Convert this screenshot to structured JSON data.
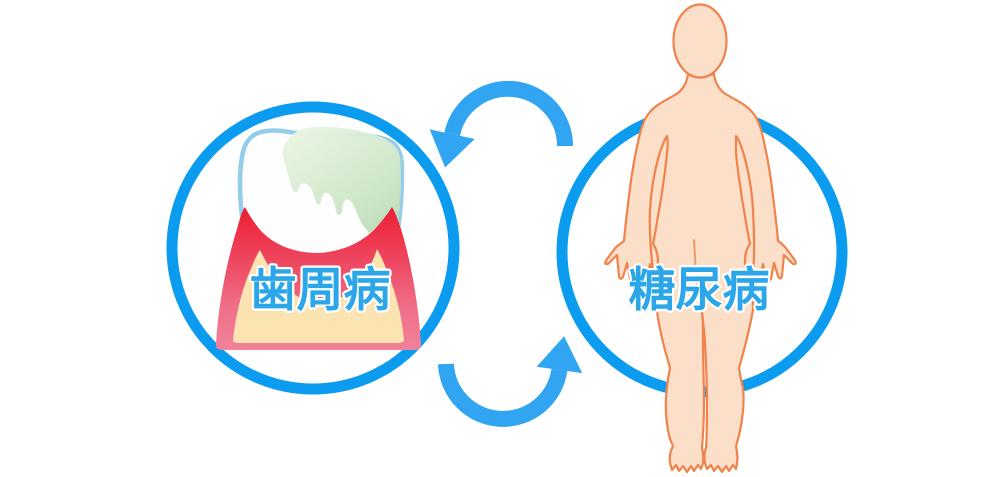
{
  "diagram": {
    "left_node": {
      "label": "歯周病",
      "icon": "tooth-periodontitis-icon"
    },
    "right_node": {
      "label": "糖尿病",
      "icon": "human-body-icon"
    },
    "arrows": {
      "top": {
        "icon": "curved-arrow-top",
        "direction": "right-to-left"
      },
      "bottom": {
        "icon": "curved-arrow-bottom",
        "direction": "left-to-right"
      }
    }
  },
  "colors": {
    "background": "#FFFFFF",
    "circle_blue": "#0C9CEF",
    "arrow_blue": "#31A5F2",
    "label_blue": "#2BA6E9",
    "label_outline": "#FFFFFF",
    "gum_red_top": "#EC1C30",
    "gum_pink_bottom": "#F0839B",
    "bone_cream": "#FBE4B2",
    "plaque_green_light": "#E9F4E2",
    "plaque_green_dark": "#AFD6AC",
    "tooth_white": "#FEFEFE",
    "tooth_outline_blue": "#93CDEC",
    "skin": "#FBDFC8",
    "skin_outline": "#F0824B"
  }
}
